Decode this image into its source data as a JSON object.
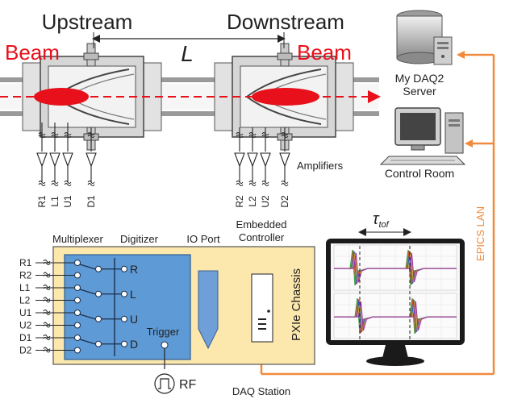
{
  "labels": {
    "upstream": "Upstream",
    "downstream": "Downstream",
    "beam_left": "Beam",
    "beam_right": "Beam",
    "distance": "L",
    "server": "My DAQ2",
    "server2": "Server",
    "control_room": "Control Room",
    "epics_lan": "EPICS LAN",
    "amplifiers": "Amplifiers",
    "multiplexer": "Multiplexer",
    "digitizer": "Digitizer",
    "io_port": "IO Port",
    "embedded": "Embedded",
    "controller": "Controller",
    "pxie_chassis": "PXIe Chassis",
    "trigger": "Trigger",
    "rf": "RF",
    "daq_station": "DAQ Station",
    "tau": "τ",
    "tof": "tof",
    "mux_out_r": "R",
    "mux_out_l": "L",
    "mux_out_u": "U",
    "mux_out_d": "D"
  },
  "up_channels": [
    "R1",
    "L1",
    "U1",
    "D1"
  ],
  "down_channels": [
    "R2",
    "L2",
    "U2",
    "D2"
  ],
  "mux_inputs": [
    "R1",
    "R2",
    "L1",
    "L2",
    "U1",
    "U2",
    "D1",
    "D2"
  ],
  "colors": {
    "beam": "#e8101a",
    "link": "#f08a3c",
    "chassis": "#fce7ac",
    "digitizer": "#5e9ad6",
    "io_port": "#6f9fd8",
    "epics": "#f08a3c"
  }
}
